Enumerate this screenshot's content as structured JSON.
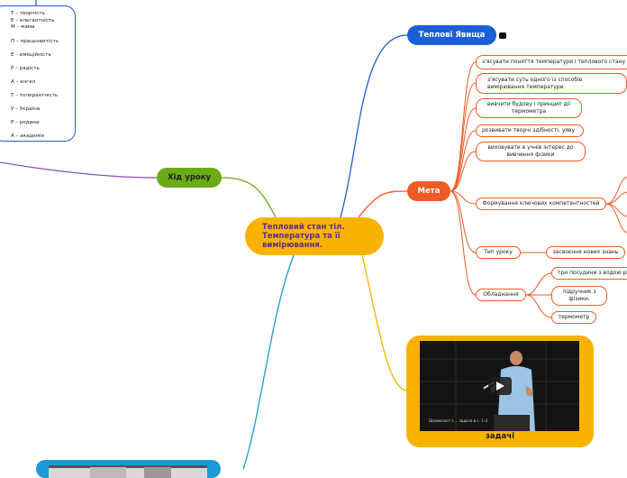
{
  "central": "Тепловий стан тіл. Температура та її вимірювання.",
  "nodes": {
    "teplovi": "Теплові Явища",
    "meta": "Мета",
    "khid": "Хід уроку",
    "video_caption": "задачі"
  },
  "acrostic": [
    "Т – творчість",
    "Е – елегантність",
    "М – мама",
    "П – працьовитість",
    "Е – емоційність",
    "Р – радість",
    "А – ангел",
    "Т – толерантність",
    "У – Україна",
    "Р – родина",
    "А – академія"
  ],
  "meta_items": {
    "g1": "з'ясувати поняття температури і теплового стану тіл",
    "g2": "з'ясувати суть одного із способів вимірювання температури",
    "g3": "вивчити будову і принцип дії термометра",
    "g4": "розвивати творчі здібності, уяву",
    "g5": "виховувати в учнів інтерес до вивчення фізики",
    "competencies": "Формування ключових компетентностей",
    "lesson_type": "Тип уроку",
    "lesson_type_value": "засвоєння нових знань",
    "equipment": "Обладнання",
    "eq1": "три посудини з водою різної температури",
    "eq2": "підручник з фізики.",
    "eq3": "термометр"
  },
  "video_overlay": "Шахматист з ... задача в с. 1–2"
}
